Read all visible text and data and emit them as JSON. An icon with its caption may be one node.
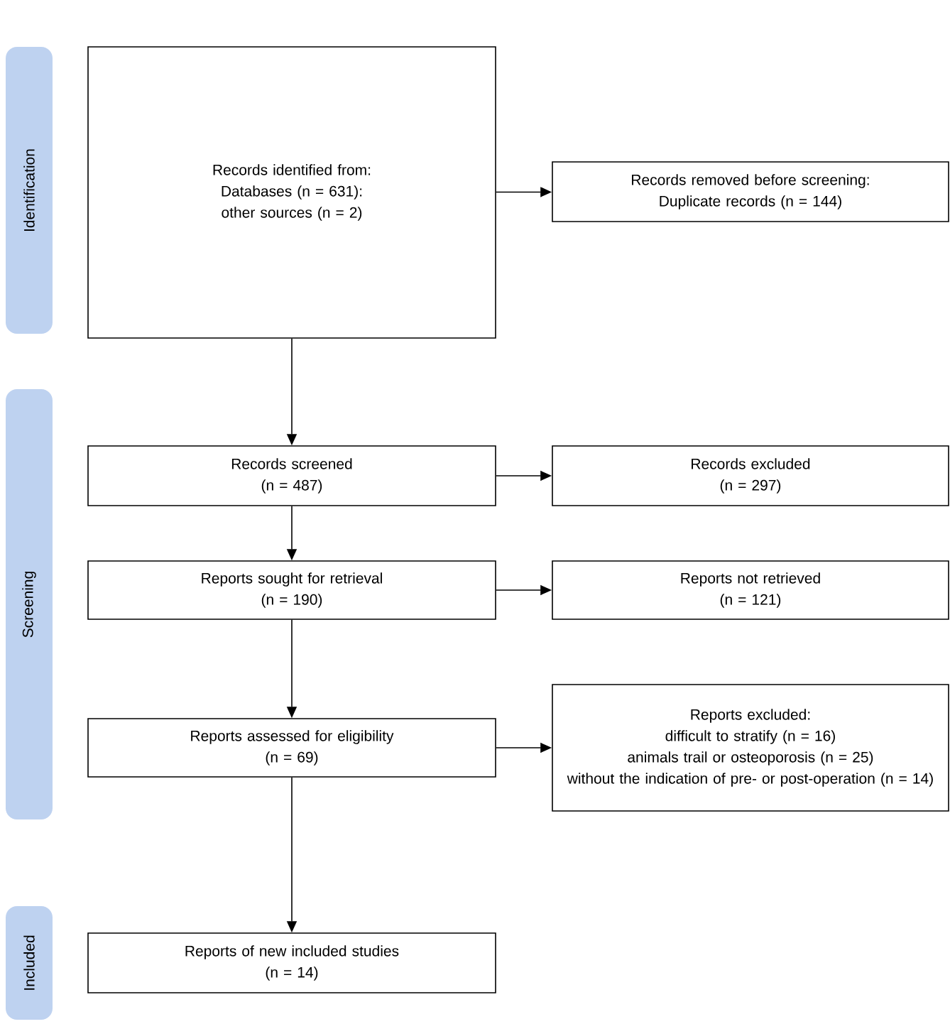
{
  "diagram": {
    "nodes": [
      {
        "text": [
          "Identification"
        ]
      },
      {
        "text": [
          "Records identified from:",
          "Databases (n = 631):",
          "other sources (n = 2)"
        ]
      },
      {
        "text": [
          "Records removed before screening:",
          "Duplicate records (n = 144)"
        ]
      },
      {
        "text": [
          "Screening"
        ]
      },
      {
        "text": [
          "Records screened",
          "(n = 487)"
        ]
      },
      {
        "text": [
          "Records excluded",
          "(n = 297)"
        ]
      },
      {
        "text": [
          "Reports sought for retrieval",
          "(n = 190)"
        ]
      },
      {
        "text": [
          "Reports not retrieved",
          "(n = 121)"
        ]
      },
      {
        "text": [
          "Reports assessed for eligibility",
          "(n = 69)"
        ]
      },
      {
        "text": [
          "Reports excluded:",
          "difficult to stratify (n = 16)",
          "animals trail or osteoporosis (n = 25)",
          "without the indication of pre- or post-operation (n = 14)"
        ]
      },
      {
        "text": [
          "Included"
        ]
      },
      {
        "text": [
          "Reports of new included studies",
          "(n = 14)"
        ]
      }
    ],
    "edges": [
      {
        "from": 1,
        "to": 2,
        "arrow": "to"
      },
      {
        "from": 1,
        "to": 4,
        "arrow": "to"
      },
      {
        "from": 4,
        "to": 5,
        "arrow": "to"
      },
      {
        "from": 4,
        "to": 6,
        "arrow": "to"
      },
      {
        "from": 6,
        "to": 7,
        "arrow": "to"
      },
      {
        "from": 6,
        "to": 8,
        "arrow": "to"
      },
      {
        "from": 8,
        "to": 9,
        "arrow": "to"
      },
      {
        "from": 8,
        "to": 11,
        "arrow": "to"
      }
    ]
  }
}
